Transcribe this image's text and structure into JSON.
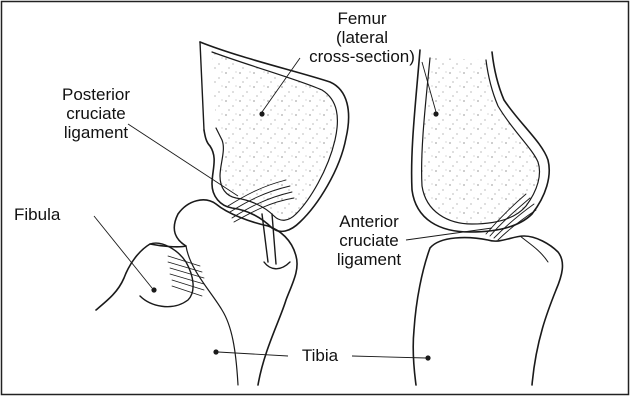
{
  "labels": {
    "femur": [
      "Femur",
      "(lateral",
      "cross-section)"
    ],
    "posterior_cruciate": [
      "Posterior",
      "cruciate",
      "ligament"
    ],
    "fibula": "Fibula",
    "anterior_cruciate": [
      "Anterior",
      "cruciate",
      "ligament"
    ],
    "tibia": "Tibia"
  },
  "colors": {
    "line": "#1a1a1a",
    "bone": "#ffffff",
    "frame": "#222222"
  }
}
